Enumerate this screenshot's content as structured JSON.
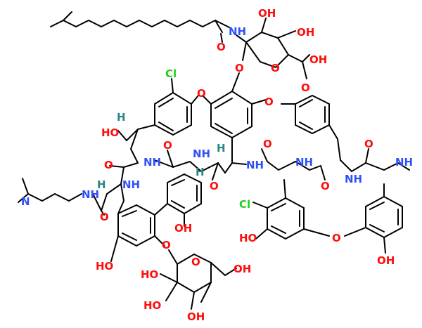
{
  "colors": {
    "oxygen": "#ff0d0d",
    "nitrogen": "#3050f8",
    "chlorine": "#1fd01f",
    "hydrogen_stereo": "#2b8585",
    "bond": "#000000"
  },
  "labels": {
    "oh_top_sugar_1": "OH",
    "oh_top_sugar_2": "OH",
    "nh_top_sugar": "NH",
    "o_amide_top": "O",
    "o_glyco_top": "O",
    "o_ring_top_sugar": "O",
    "oh_acid": "OH",
    "o_acid": "O",
    "cl_top": "Cl",
    "o_ether_1": "O",
    "o_ether_2": "O",
    "h_stereo_1": "H",
    "ho_left": "HO",
    "o_left_1": "O",
    "nh_left_1": "NH",
    "o_carbonyl_mid": "O",
    "nh_mid_1": "NH",
    "h_stereo_2": "H",
    "h_stereo_3": "H",
    "nh_mid_2": "NH",
    "o_mid_2": "O",
    "nh_right_1": "NH",
    "o_right_1": "O",
    "nh_right_2": "NH",
    "o_right_2": "O",
    "nh_methyl": "NH",
    "n_dimethyl": "N",
    "nh_amide_left": "NH",
    "h_stereo_4": "H",
    "nh_left_2": "NH",
    "o_left_2": "O",
    "oh_mid": "OH",
    "cl_mid": "Cl",
    "ho_mid": "HO",
    "o_ether_bottom": "O",
    "oh_right": "OH",
    "ho_bottom_left": "HO",
    "o_glyco_bottom": "O",
    "o_ring_bottom": "O",
    "oh_bottom_sugar_ch2": "OH",
    "ho_bottom_sugar_1": "HO",
    "ho_bottom_sugar_2": "HO",
    "oh_bottom_sugar_3": "OH"
  }
}
